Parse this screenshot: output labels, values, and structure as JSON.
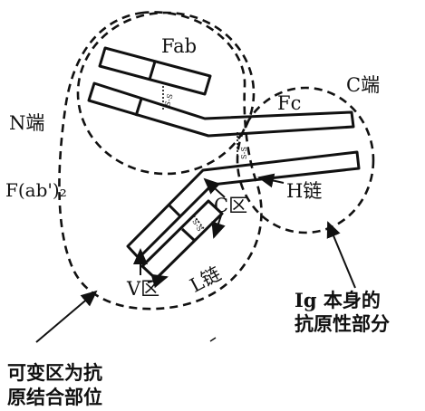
{
  "labels": {
    "fab": "Fab",
    "fc": "Fc",
    "c_terminus": "C端",
    "n_terminus": "N端",
    "fab2": "F(ab')₂",
    "c_region": "C区",
    "h_chain": "H链",
    "l_chain": "L链",
    "v_region": "V区",
    "ss": "S-S",
    "ig_antigen_line1": "Ig 本身的",
    "ig_antigen_line2": "抗原性部分",
    "variable_line1": "可变区为抗",
    "variable_line2": "原结合部位"
  },
  "colors": {
    "ink": "#111111",
    "paper": "#ffffff"
  }
}
